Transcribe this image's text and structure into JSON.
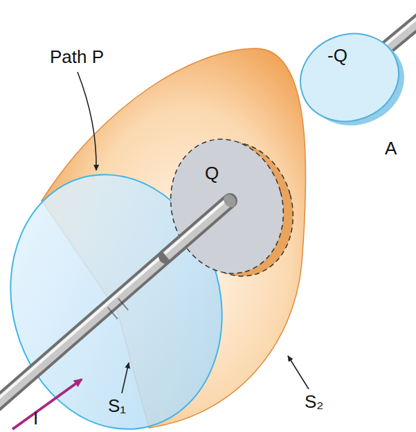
{
  "diagram": {
    "nodes": [
      {
        "text": [
          "-Q"
        ]
      },
      {
        "text": [
          "Q"
        ]
      }
    ],
    "labels": [
      "Path P",
      "A",
      "S₁",
      "S₂",
      "I"
    ]
  }
}
